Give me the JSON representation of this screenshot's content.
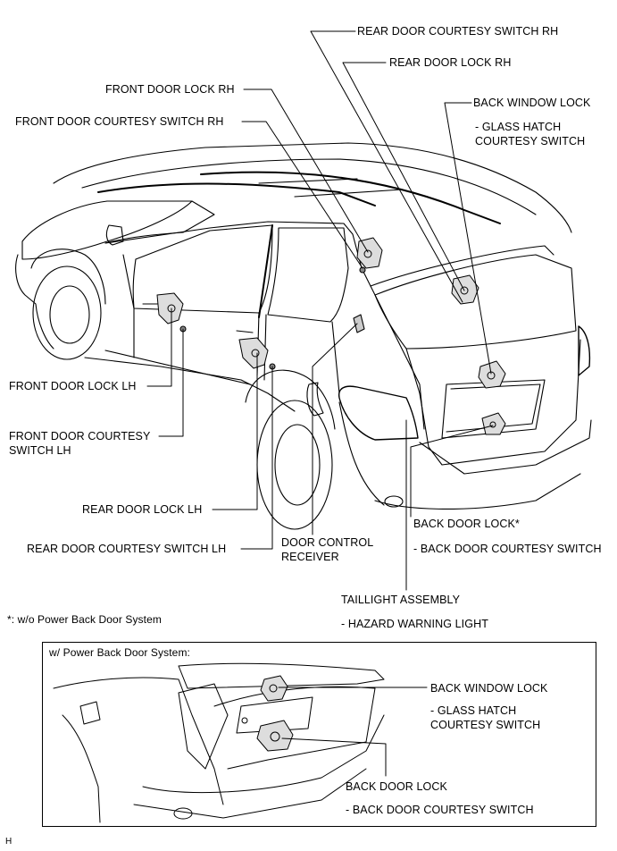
{
  "main_callouts": {
    "rear_door_courtesy_rh": "REAR DOOR COURTESY SWITCH RH",
    "rear_door_lock_rh": "REAR DOOR LOCK RH",
    "back_window_lock": "BACK WINDOW LOCK",
    "glass_hatch_line1": "- GLASS HATCH",
    "glass_hatch_line2": "COURTESY SWITCH",
    "front_door_lock_rh": "FRONT DOOR LOCK RH",
    "front_door_courtesy_rh": "FRONT DOOR COURTESY SWITCH RH",
    "front_door_lock_lh": "FRONT DOOR LOCK LH",
    "front_door_courtesy_lh_line1": "FRONT DOOR COURTESY",
    "front_door_courtesy_lh_line2": "SWITCH LH",
    "rear_door_lock_lh": "REAR DOOR LOCK LH",
    "rear_door_courtesy_lh": "REAR DOOR COURTESY SWITCH LH",
    "door_control_receiver_line1": "DOOR CONTROL",
    "door_control_receiver_line2": "RECEIVER",
    "back_door_lock": "BACK DOOR LOCK*",
    "back_door_courtesy": "- BACK DOOR COURTESY SWITCH",
    "taillight_assembly": "TAILLIGHT ASSEMBLY",
    "hazard_warning": "- HAZARD WARNING LIGHT"
  },
  "footnote": "*: w/o Power Back Door System",
  "inset": {
    "title": "w/ Power Back Door System:",
    "back_window_lock": "BACK WINDOW LOCK",
    "glass_hatch_line1": "- GLASS HATCH",
    "glass_hatch_line2": "COURTESY SWITCH",
    "back_door_lock": "BACK DOOR LOCK",
    "back_door_courtesy": "- BACK DOOR COURTESY SWITCH"
  },
  "figure_code": "H"
}
